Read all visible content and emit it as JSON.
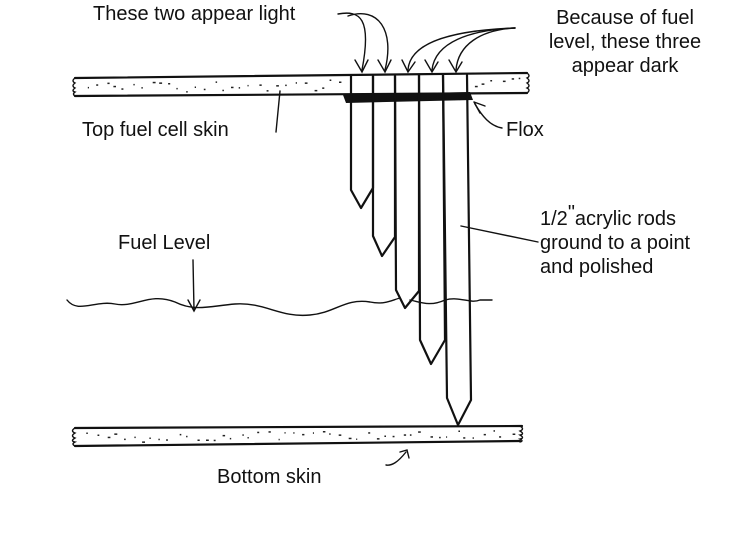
{
  "diagram": {
    "labels": {
      "these_two_light": "These two appear light",
      "because_line1": "Because of fuel",
      "because_line2": "level, these three",
      "because_line3": "appear dark",
      "top_skin": "Top fuel cell skin",
      "flox": "Flox",
      "rods_line1_size": "1/2",
      "rods_line1_mark": "\"",
      "rods_line1_rest": "acrylic rods",
      "rods_line2": "ground to a point",
      "rods_line3": "and polished",
      "fuel_level": "Fuel Level",
      "bottom_skin": "Bottom skin"
    },
    "rods": [
      {
        "id": 1,
        "appearance": "light"
      },
      {
        "id": 2,
        "appearance": "light"
      },
      {
        "id": 3,
        "appearance": "dark"
      },
      {
        "id": 4,
        "appearance": "dark"
      },
      {
        "id": 5,
        "appearance": "dark"
      }
    ],
    "colors": {
      "ink": "#111111",
      "background": "#ffffff"
    }
  }
}
